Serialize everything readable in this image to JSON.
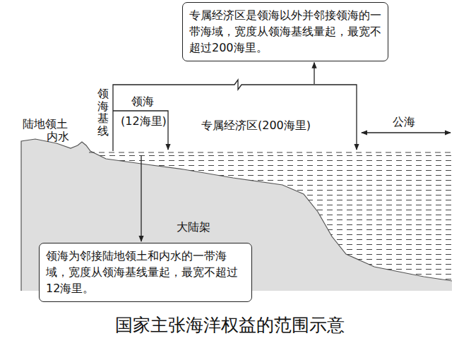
{
  "diagram": {
    "caption": "国家主张海洋权益的范围示意",
    "nodes": [
      {
        "text": [
          "专属经济区是领海以外并邻接领海的一带海域，宽度从领海基线量起，最宽不超过200海里。"
        ]
      },
      {
        "text": [
          "领海为邻接陆地领土和内水的一带海域，宽度从领海基线量起，最宽不超过12海里。"
        ]
      }
    ],
    "labels": [
      "陆地领土",
      "内水",
      "领海基线",
      "领海",
      "(12海里)",
      "专属经济区(200海里)",
      "公海",
      "大陆架"
    ]
  }
}
